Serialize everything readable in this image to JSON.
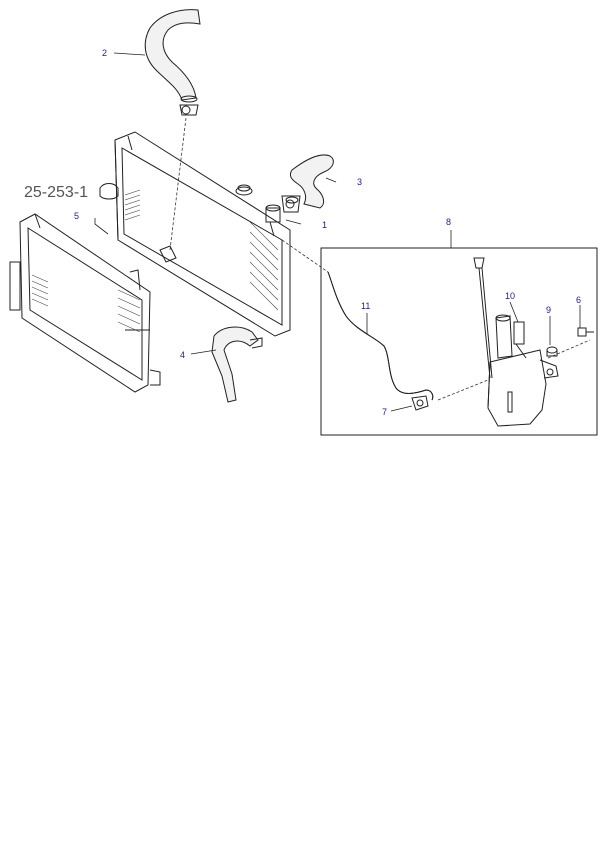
{
  "reference_label": "25-253-1",
  "callouts": {
    "c1": "1",
    "c2": "2",
    "c3": "3",
    "c4": "4",
    "c5": "5",
    "c6": "6",
    "c7": "7",
    "c8": "8",
    "c9": "9",
    "c10": "10",
    "c11": "11"
  },
  "colors": {
    "callout_text": "#1a1aa0",
    "line_art": "#222222",
    "reference_text": "#555555"
  }
}
